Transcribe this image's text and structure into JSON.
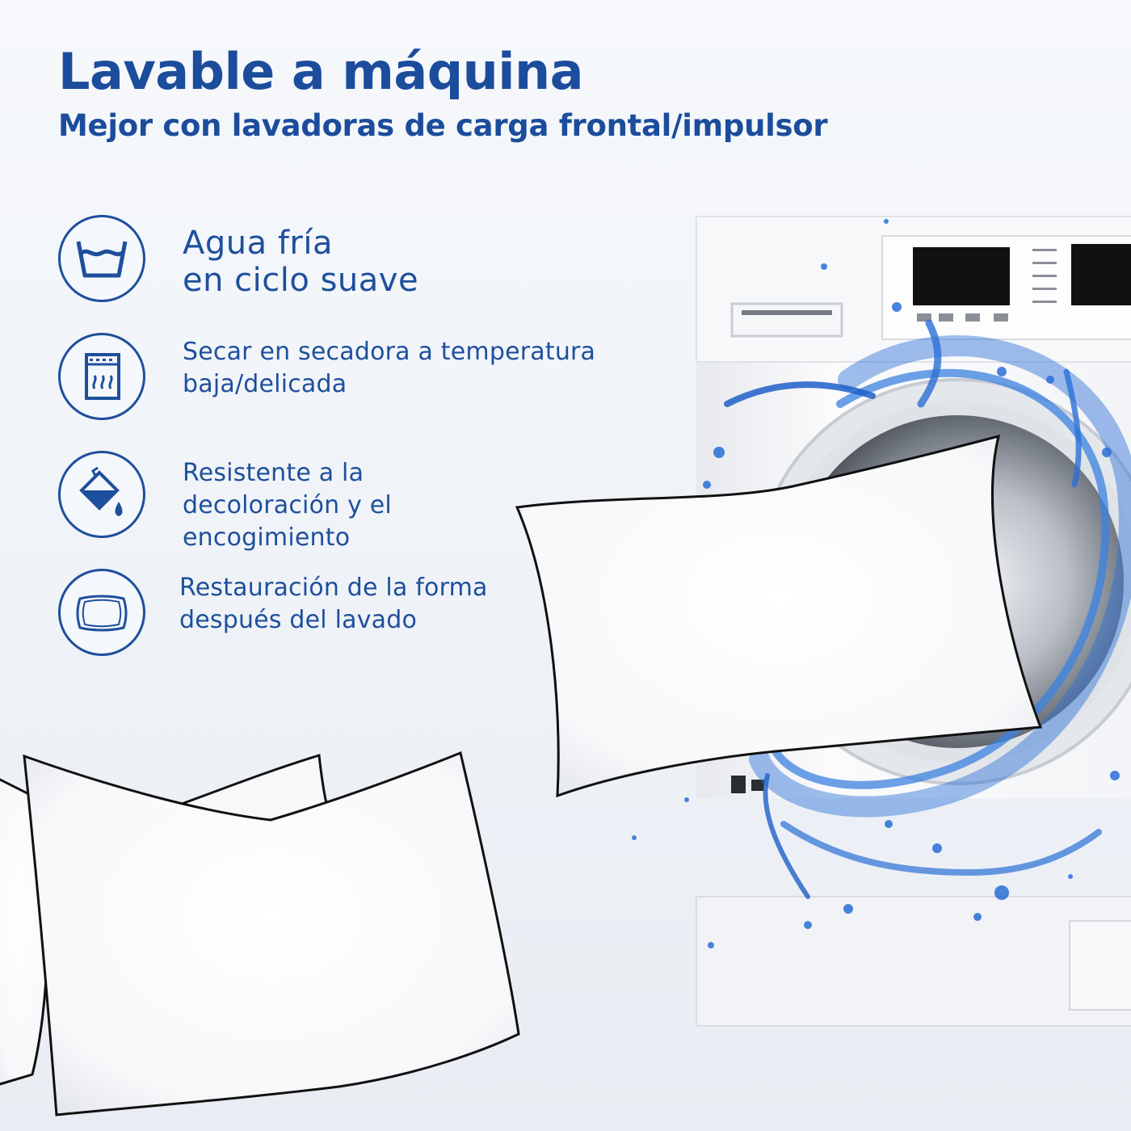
{
  "header": {
    "title": "Lavable a máquina",
    "subtitle": "Mejor con lavadoras de carga frontal/impulsor"
  },
  "features": [
    {
      "icon": "cold-water-wash-icon",
      "lines": [
        "Agua fría",
        "en ciclo suave"
      ]
    },
    {
      "icon": "tumble-dry-low-icon",
      "lines": [
        "Secar en secadora a temperatura",
        "baja/delicada"
      ]
    },
    {
      "icon": "colorfast-dye-icon",
      "lines": [
        "Resistente a la",
        "decoloración y el",
        "encogimiento"
      ]
    },
    {
      "icon": "pillow-shape-icon",
      "lines": [
        "Restauración de la forma",
        "después del lavado"
      ]
    }
  ],
  "colors": {
    "brand_blue": "#1c4c9c",
    "water_blue": "#2a6fd6",
    "background": "#f3f6fa"
  }
}
